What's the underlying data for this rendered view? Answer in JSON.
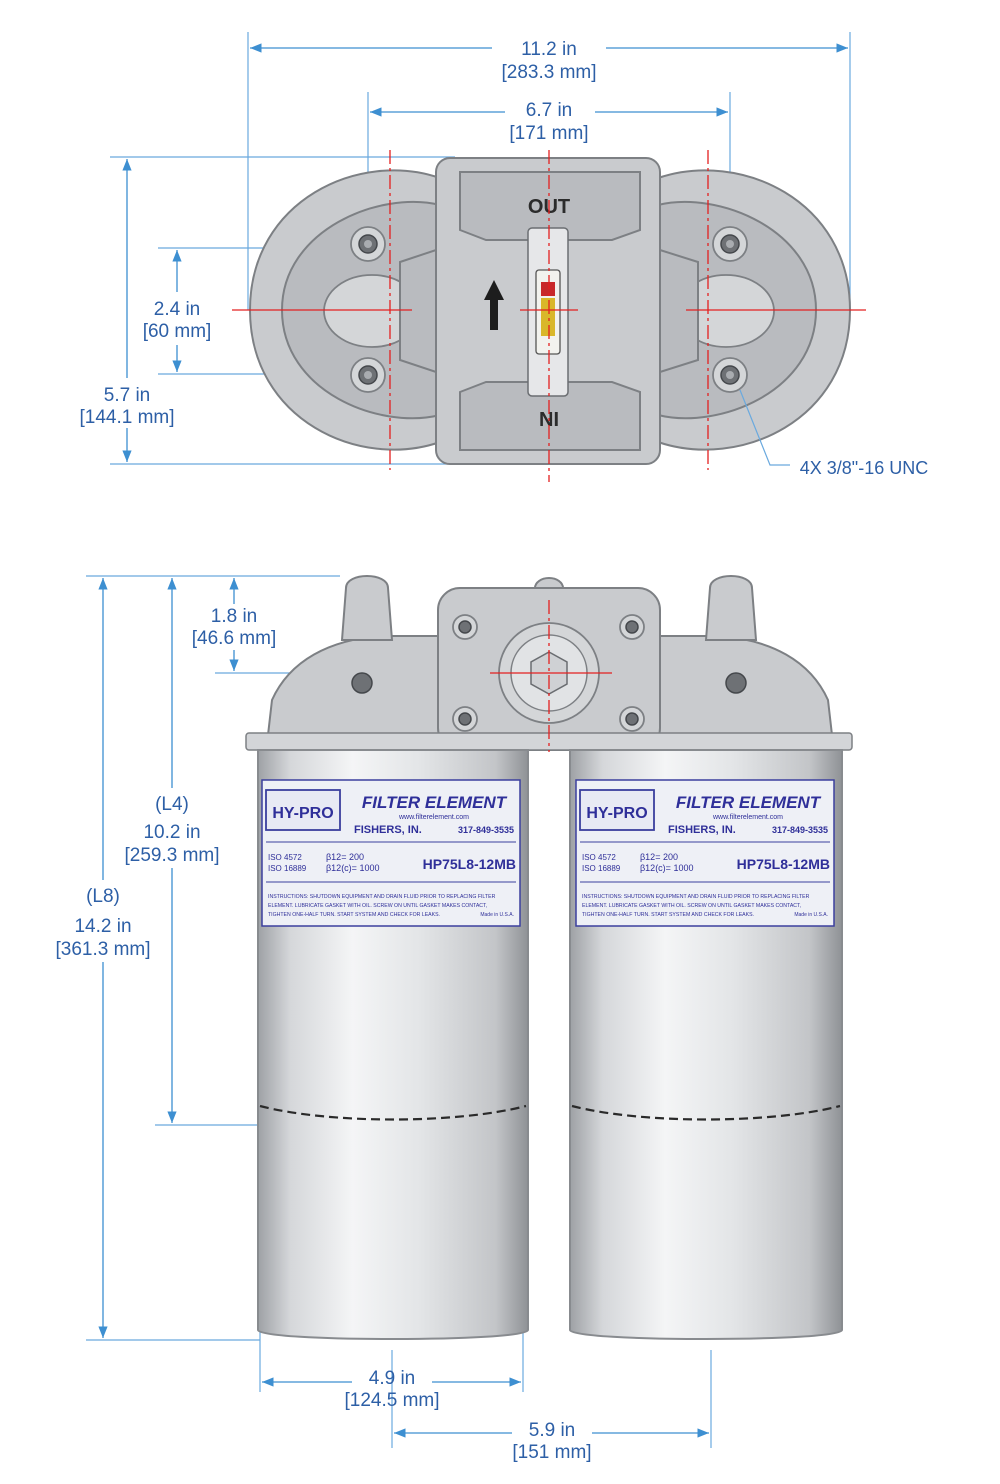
{
  "top_view": {
    "dim_overall_width": {
      "value": "11.2 in",
      "metric": "[283.3 mm]"
    },
    "dim_port_spacing": {
      "value": "6.7 in",
      "metric": "[171 mm]"
    },
    "dim_hole_spacing": {
      "value": "2.4 in",
      "metric": "[60 mm]"
    },
    "dim_overall_depth": {
      "value": "5.7 in",
      "metric": "[144.1 mm]"
    },
    "port_out_label": "OUT",
    "port_in_label": "NI",
    "thread_callout": "4X  3/8\"-16 UNC"
  },
  "front_view": {
    "dim_port_height": {
      "value": "1.8 in",
      "metric": "[46.6 mm]"
    },
    "dim_l4": {
      "tag": "(L4)",
      "value": "10.2 in",
      "metric": "[259.3 mm]"
    },
    "dim_l8": {
      "tag": "(L8)",
      "value": "14.2 in",
      "metric": "[361.3 mm]"
    },
    "dim_can_diameter": {
      "value": "4.9 in",
      "metric": "[124.5 mm]"
    },
    "dim_can_spacing": {
      "value": "5.9 in",
      "metric": "[151 mm]"
    }
  },
  "filter_labels": [
    {
      "brand": "HY-PRO",
      "title": "FILTER ELEMENT",
      "website": "www.filterelement.com",
      "location": "FISHERS, IN.",
      "phone": "317-849-3535",
      "iso1": "ISO 4572",
      "iso2": "ISO 16889",
      "beta1": "β12= 200",
      "beta2": "β12(c)= 1000",
      "part_number": "HP75L8-12MB",
      "instructions1": "INSTRUCTIONS: SHUTDOWN EQUIPMENT AND DRAIN FLUID PRIOR TO REPLACING FILTER",
      "instructions2": "ELEMENT. LUBRICATE GASKET WITH OIL. SCREW ON UNTIL GASKET MAKES CONTACT,",
      "instructions3": "TIGHTEN ONE-HALF TURN. START SYSTEM AND CHECK FOR LEAKS.",
      "made_in": "Made in U.S.A."
    },
    {
      "brand": "HY-PRO",
      "title": "FILTER ELEMENT",
      "website": "www.filterelement.com",
      "location": "FISHERS, IN.",
      "phone": "317-849-3535",
      "iso1": "ISO 4572",
      "iso2": "ISO 16889",
      "beta1": "β12= 200",
      "beta2": "β12(c)= 1000",
      "part_number": "HP75L8-12MB",
      "instructions1": "INSTRUCTIONS: SHUTDOWN EQUIPMENT AND DRAIN FLUID PRIOR TO REPLACING FILTER",
      "instructions2": "ELEMENT. LUBRICATE GASKET WITH OIL. SCREW ON UNTIL GASKET MAKES CONTACT,",
      "instructions3": "TIGHTEN ONE-HALF TURN. START SYSTEM AND CHECK FOR LEAKS.",
      "made_in": "Made in U.S.A."
    }
  ],
  "colors": {
    "dimension_text": "#2d5fa6",
    "dimension_line": "#3d8fd1",
    "centerline": "#e32020",
    "label_blue": "#2f2f99",
    "casting": "#c9cbce"
  }
}
